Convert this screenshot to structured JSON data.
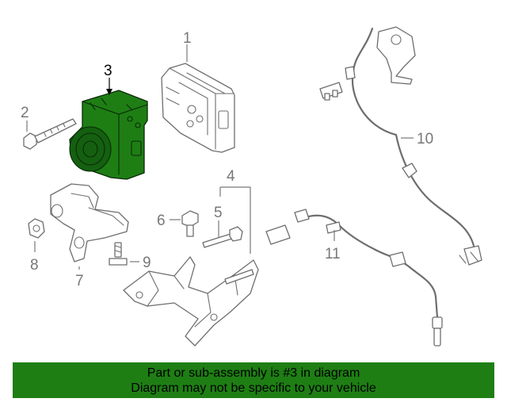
{
  "diagram": {
    "callouts": [
      {
        "id": "1",
        "label": "1"
      },
      {
        "id": "2",
        "label": "2"
      },
      {
        "id": "3",
        "label": "3",
        "highlighted": true
      },
      {
        "id": "4",
        "label": "4"
      },
      {
        "id": "5",
        "label": "5"
      },
      {
        "id": "6",
        "label": "6"
      },
      {
        "id": "7",
        "label": "7"
      },
      {
        "id": "8",
        "label": "8"
      },
      {
        "id": "9",
        "label": "9"
      },
      {
        "id": "10",
        "label": "10"
      },
      {
        "id": "11",
        "label": "11"
      }
    ],
    "highlight_color": "#1e7e14",
    "line_color": "#6e6e6e"
  },
  "banner": {
    "line1": "Part or sub-assembly is #3 in diagram",
    "line2": "Diagram may not be specific to your vehicle",
    "background": "#1e7e14"
  }
}
